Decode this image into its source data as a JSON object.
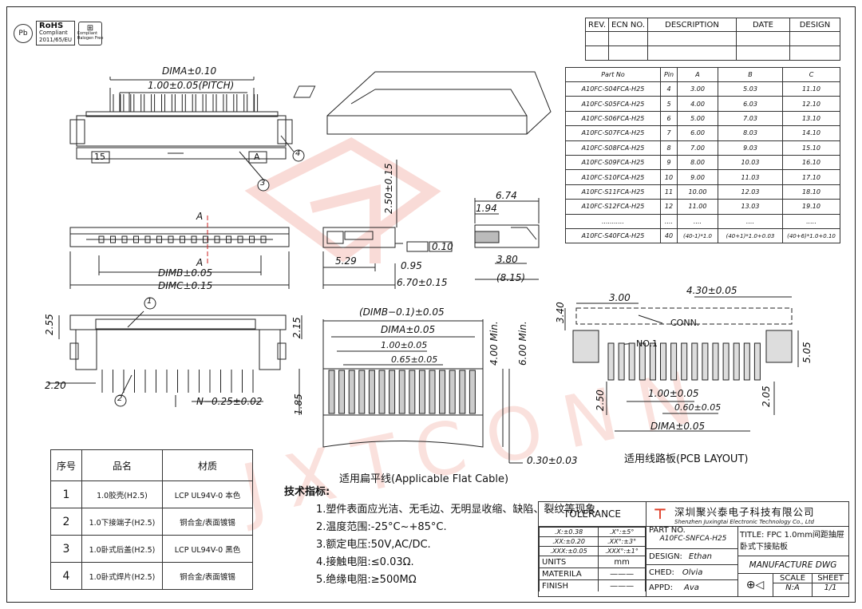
{
  "logos": {
    "pb_free": "Pb",
    "rohs_title": "RoHS",
    "rohs_sub1": "Compliant",
    "rohs_sub2": "2011/65/EU",
    "halogen": "Compliant\nHalogen Free"
  },
  "revision_table": {
    "headers": [
      "REV.",
      "ECN NO.",
      "DESCRIPTION",
      "DATE",
      "DESIGN"
    ]
  },
  "parts_table": {
    "headers": [
      "Part No",
      "Pin",
      "A",
      "B",
      "C"
    ],
    "rows": [
      [
        "A10FC-S04FCA-H25",
        "4",
        "3.00",
        "5.03",
        "11.10"
      ],
      [
        "A10FC-S05FCA-H25",
        "5",
        "4.00",
        "6.03",
        "12.10"
      ],
      [
        "A10FC-S06FCA-H25",
        "6",
        "5.00",
        "7.03",
        "13.10"
      ],
      [
        "A10FC-S07FCA-H25",
        "7",
        "6.00",
        "8.03",
        "14.10"
      ],
      [
        "A10FC-S08FCA-H25",
        "8",
        "7.00",
        "9.03",
        "15.10"
      ],
      [
        "A10FC-S09FCA-H25",
        "9",
        "8.00",
        "10.03",
        "16.10"
      ],
      [
        "A10FC-S10FCA-H25",
        "10",
        "9.00",
        "11.03",
        "17.10"
      ],
      [
        "A10FC-S11FCA-H25",
        "11",
        "10.00",
        "12.03",
        "18.10"
      ],
      [
        "A10FC-S12FCA-H25",
        "12",
        "11.00",
        "13.03",
        "19.10"
      ],
      [
        "...........",
        "....",
        "....",
        "....",
        "....."
      ],
      [
        "A10FC-S40FCA-H25",
        "40",
        "(40-1)*1.0",
        "(40+1)*1.0+0.03",
        "(40+6)*1.0+0.10"
      ]
    ]
  },
  "materials_table": {
    "headers": [
      "序号",
      "品名",
      "材质"
    ],
    "rows": [
      [
        "1",
        "1.0胶壳(H2.5)",
        "LCP UL94V-0 本色"
      ],
      [
        "2",
        "1.0下接端子(H2.5)",
        "铜合金/表面镀锡"
      ],
      [
        "3",
        "1.0卧式后盖(H2.5)",
        "LCP UL94V-0 黑色"
      ],
      [
        "4",
        "1.0卧式焊片(H2.5)",
        "铜合金/表面镀锡"
      ]
    ]
  },
  "tech_specs": {
    "title": "技术指标:",
    "items": [
      "1.塑件表面应光洁、无毛边、无明显收缩、缺陷、裂纹等现象.",
      "2.温度范围:-25°C~+85°C.",
      "3.额定电压:50V,AC/DC.",
      "4.接触电阻:≤0.03Ω.",
      "5.绝缘电阻:≥500MΩ"
    ]
  },
  "labels": {
    "fpc": "适用扁平线(Applicable Flat Cable)",
    "pcb": "适用线路板(PCB LAYOUT)",
    "conn": "CONN.",
    "no1": "NO.1",
    "pin15": "15",
    "pinA": "A",
    "section": "A"
  },
  "dims": {
    "top_dima": "DIMA±0.10",
    "top_pitch": "1.00±0.05(PITCH)",
    "callout_3": "3",
    "callout_4": "4",
    "callout_1": "1",
    "callout_2": "2",
    "dimb": "DIMB±0.05",
    "dimc": "DIMC±0.15",
    "d255": "2.55",
    "d215": "2.15",
    "d220": "2.20",
    "n025": "N−0.25±0.02",
    "d250_015": "2.50±0.15",
    "d529": "5.29",
    "d095": "0.95",
    "d670": "6.70±0.15",
    "flat": "0.10",
    "d674": "6.74",
    "d194": "1.94",
    "d380": "3.80",
    "d815": "(8.15)",
    "fpc_dimb": "(DIMB−0.1)±0.05",
    "fpc_dima": "DIMA±0.05",
    "fpc_100": "1.00±0.05",
    "fpc_065": "0.65±0.05",
    "fpc_400": "4.00 Min.",
    "fpc_600": "6.00 Min.",
    "fpc_185": "1.85",
    "fpc_030": "0.30±0.03",
    "pcb_340": "3.40",
    "pcb_300": "3.00",
    "pcb_430": "4.30±0.05",
    "pcb_505": "5.05",
    "pcb_250": "2.50",
    "pcb_100": "1.00±0.05",
    "pcb_060": "0.60±0.05",
    "pcb_205": "2.05",
    "pcb_dima": "DIMA±0.05"
  },
  "title_block": {
    "tolerance": "TOLERANCE",
    "tol_rows": [
      [
        ".X:±0.38",
        ".X°:±5°"
      ],
      [
        ".XX:±0.20",
        ".XX°:±3°"
      ],
      [
        ".XXX:±0.05",
        ".XXX°:±1°"
      ]
    ],
    "units_label": "UNITS",
    "units_value": "mm",
    "materila_label": "MATERILA",
    "materila_value": "———",
    "finish_label": "FINISH",
    "finish_value": "———",
    "company_cn": "深圳聚兴泰电子科技有限公司",
    "company_en": "Shenzhen Juxingtai Electronic Technology Co., Ltd",
    "part_no_label": "PART NO.",
    "part_no_value": "A10FC-SNFCA-H25",
    "title_label": "TITLE: FPC 1.0mm间距抽屉",
    "title_line2": "卧式下接贴板",
    "design_label": "DESIGN:",
    "design_value": "Ethan",
    "mfg": "MANUFACTURE DWG",
    "ched_label": "CHED:",
    "ched_value": "Olvia",
    "appd_label": "APPD:",
    "appd_value": "Ava",
    "scale_label": "SCALE",
    "scale_value": "N:A",
    "sheet_label": "SHEET",
    "sheet_value": "1/1"
  },
  "watermark": "JXTCONN"
}
